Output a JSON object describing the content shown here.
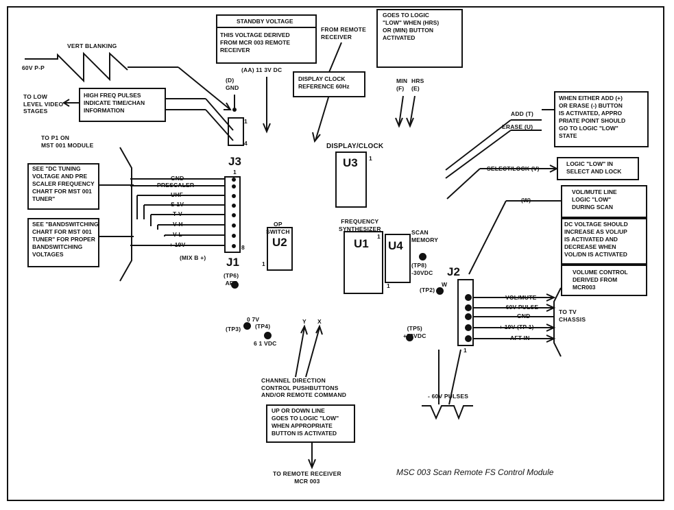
{
  "title": "MSC 003 Scan Remote FS Control Module",
  "standby": {
    "heading": "STANDBY VOLTAGE",
    "body": "THIS VOLTAGE DERIVED\nFROM MCR 003 REMOTE\nRECEIVER"
  },
  "remote_receiver_label": "FROM REMOTE\nRECEIVER",
  "min_button": "GOES TO LOGIC\n\"LOW\" WHEN (HRS)\nOR (MIN) BUTTON\nACTIVATED",
  "vert_blanking": "VERT BLANKING",
  "vpp_label": "60V P-P",
  "gnd_top": "(D)\nGND",
  "aa_label": "(AA) 11 3V DC",
  "display_clock_ref": "DISPLAY CLOCK\nREFERENCE 60Hz",
  "min_label": "MIN\n(F)",
  "hrs_label": "HRS\n(E)",
  "add_erase_box": "WHEN EITHER ADD (+)\nOR ERASE (-) BUTTON\nIS ACTIVATED, APPRO\nPRIATE POINT SHOULD\nGO TO LOGIC \"LOW\"\nSTATE",
  "add_label": "ADD (T)",
  "erase_label": "ERASE (U)",
  "to_low_video": "TO LOW\nLEVEL VIDEO\nSTAGES",
  "high_freq_box": "HIGH FREQ PULSES\nINDICATE TIME/CHAN\nINFORMATION",
  "j3_pin1": "1",
  "j3_pin4": "4",
  "j3_label": "J3",
  "to_p1": "TO P1 ON\nMST 001 MODULE",
  "u3_title": "DISPLAY/CLOCK",
  "u3_label": "U3",
  "u3_pin": "1",
  "select_lock": "SELECT/LOCK (V)",
  "select_lock_box": "LOGIC \"LOW\" IN\nSELECT AND LOCK",
  "dc_tuning_box": "SEE \"DC TUNING\nVOLTAGE AND PRE\nSCALER FREQUENCY\nCHART FOR MST 001\nTUNER\"",
  "bandswitch_box": "SEE \"BANDSWITCHING\nCHART FOR MST 001\nTUNER\" FOR PROPER\nBANDSWITCHING\nVOLTAGES",
  "j1_pins": [
    "GND",
    "PRESCALER",
    "UHF",
    "S 1V",
    "T V",
    "V H",
    "V L",
    "+ 19V"
  ],
  "j1_pin1": "1",
  "j1_pin8": "8",
  "j1_mix": "(MIX B +)",
  "j1_label": "J1",
  "u2_title": "OP\nSWITCH",
  "u2_label": "U2",
  "u2_pin": "1",
  "u1_title": "FREQUENCY\nSYNTHESIZER",
  "u1_label": "U1",
  "u1_pin": "1",
  "u4_label": "U4",
  "u4_pin": "1",
  "scan_memory": "SCAN\nMEMORY",
  "tp8": "(TP8)\n-30VDC",
  "w_label": "(W)",
  "vol_mute_box": "VOL/MUTE LINE\nLOGIC \"LOW\"\nDURING SCAN",
  "dc_vol_box": "DC VOLTAGE SHOULD\nINCREASE AS VOL/UP\nIS ACTIVATED AND\nDECREASE WHEN\nVOL/DN IS ACTIVATED",
  "vol_control_box": "VOLUME CONTROL\nDERIVED FROM\nMCR003",
  "tp6": "(TP6)\nAFT",
  "tp2": "(TP2)",
  "w_small": "W",
  "j2_label": "J2",
  "j2_pins": [
    "VOL/MUTE",
    "- 60V PULSE",
    "GND",
    "+ 19V (TP 1)",
    "AFT IN"
  ],
  "j2_pin1": "1",
  "to_tv": "TO TV\nCHASSIS",
  "tp3": "(TP3)",
  "tp4_top": "0 7V",
  "tp4": "(TP4)",
  "tp4_bottom": "6 1 VDC",
  "y_label": "Y",
  "x_label": "X",
  "tp5": "(TP5)\n+33VDC",
  "channel_direction": "CHANNEL DIRECTION\nCONTROL PUSHBUTTONS\nAND/OR REMOTE COMMAND",
  "up_down_box": "UP OR DOWN LINE\nGOES TO LOGIC \"LOW\"\nWHEN APPROPRIATE\nBUTTON IS ACTIVATED",
  "to_remote": "TO REMOTE RECEIVER\nMCR 003",
  "pulses_60v": "- 60V PULSES"
}
